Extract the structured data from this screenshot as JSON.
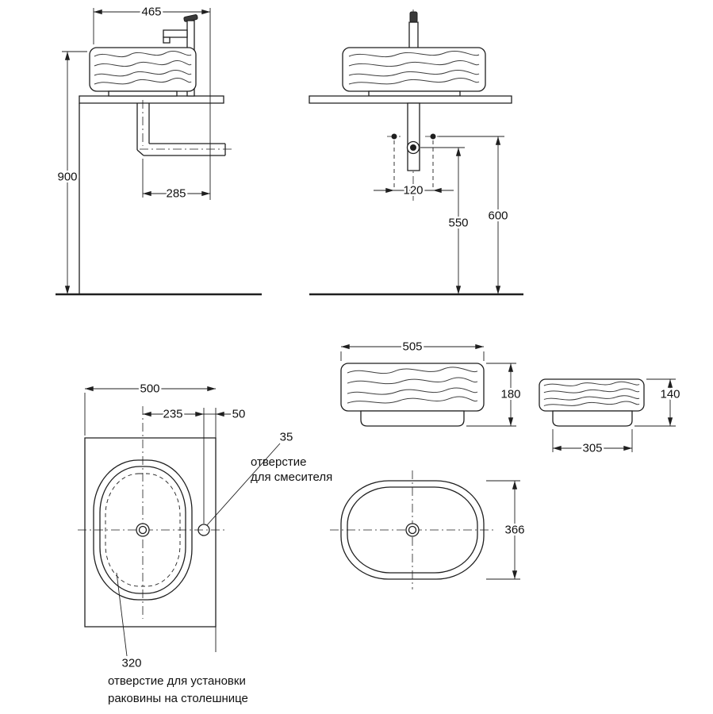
{
  "page": {
    "background": "#ffffff",
    "line_color": "#1f1f1f"
  },
  "views": {
    "installation_side": {
      "dim_width": "465",
      "dim_height": "900",
      "dim_drain_offset": "285"
    },
    "installation_front": {
      "dim_drain_spacing": "120",
      "dim_drain_height": "550",
      "dim_supply_height": "600"
    },
    "sink_front": {
      "dim_width": "505",
      "dim_height": "180"
    },
    "sink_side": {
      "dim_height": "140",
      "dim_base_width": "305"
    },
    "sink_plan": {
      "dim_depth": "366"
    },
    "countertop_plan": {
      "dim_width": "500",
      "dim_faucet_offset": "235",
      "dim_faucet_edge": "50",
      "dim_faucet_hole": "35",
      "dim_cutout": "320",
      "note_faucet_1": "отверстие",
      "note_faucet_2": "для смесителя",
      "note_cutout_1": "отверстие для установки",
      "note_cutout_2": "раковины на столешнице"
    }
  }
}
